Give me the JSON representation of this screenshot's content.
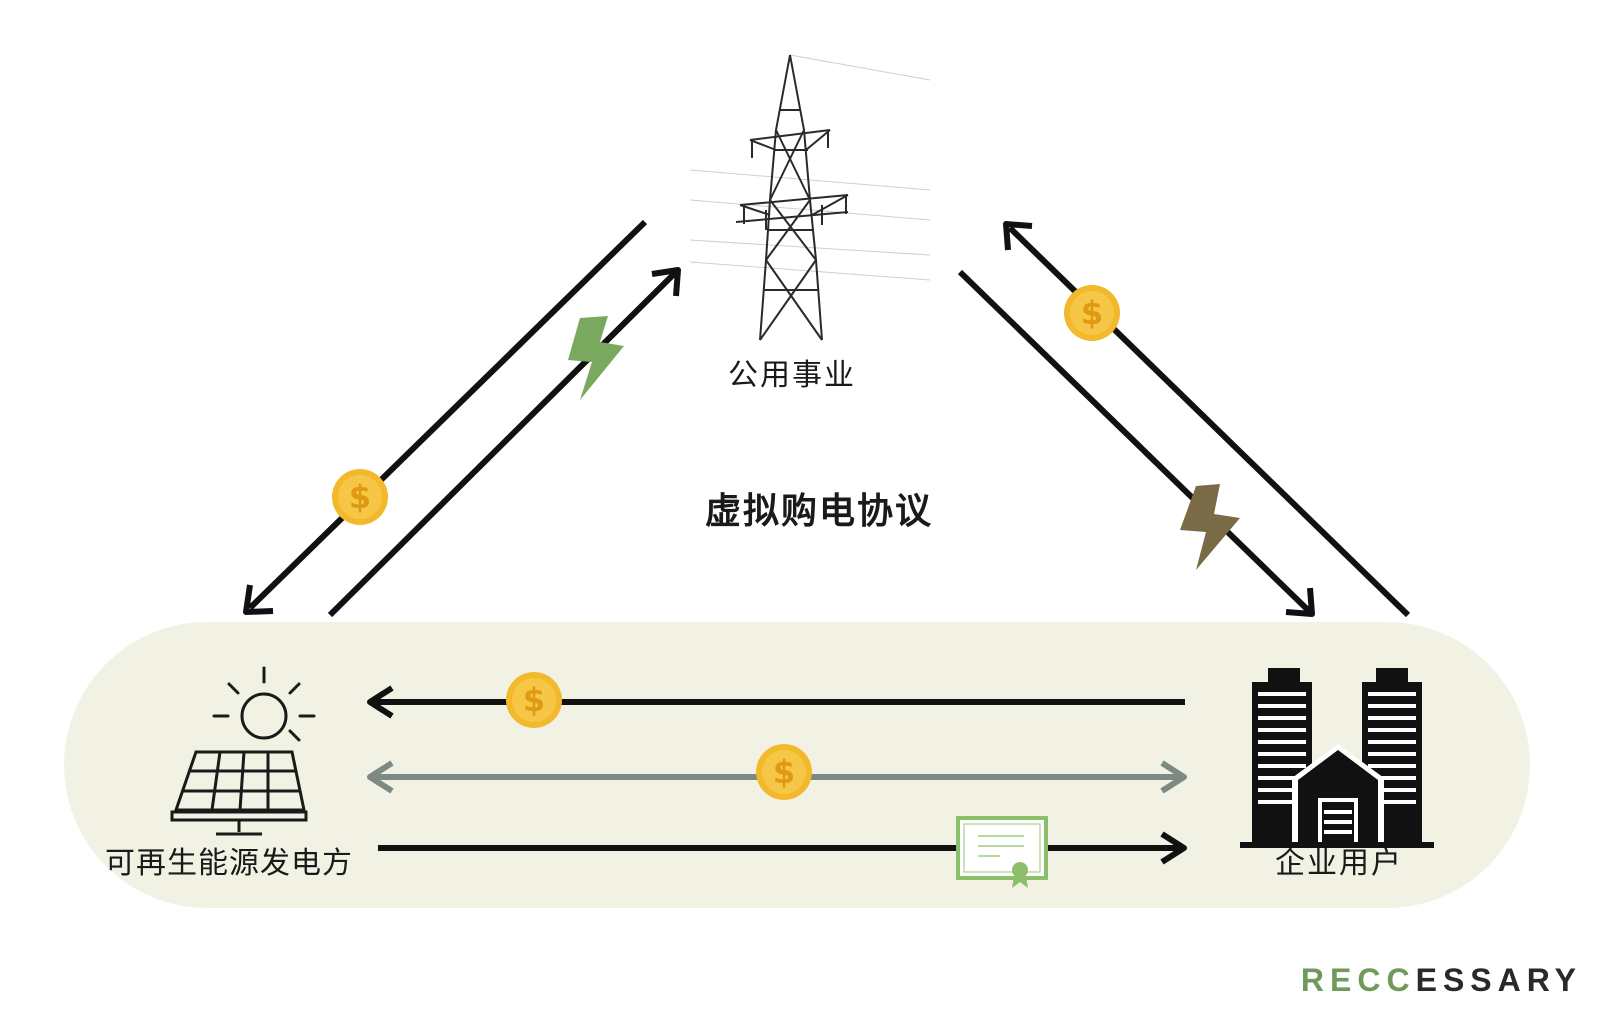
{
  "nodes": {
    "utility": {
      "label": "公用事业",
      "icon": "transmission-tower-icon"
    },
    "generator": {
      "label": "可再生能源发电方",
      "icon": "solar-panel-icon"
    },
    "corporate": {
      "label": "企业用户",
      "icon": "office-buildings-icon"
    }
  },
  "title": "虚拟购电协议",
  "brand": {
    "prefix": "RECC",
    "suffix": "ESSARY",
    "colors": {
      "prefix": "#6f9a5a",
      "suffix": "#2a2a2a"
    }
  },
  "colors": {
    "arrow": "#111111",
    "two_way_arrow": "#7d8a84",
    "coin": "#f2b92c",
    "bolt_green": "#79a85f",
    "bolt_brown": "#7a6a45",
    "certificate": "#8cbf6a",
    "band": "#f2f2e4"
  },
  "icons": [
    "dollar-coin-icon",
    "lightning-bolt-icon",
    "certificate-icon"
  ]
}
